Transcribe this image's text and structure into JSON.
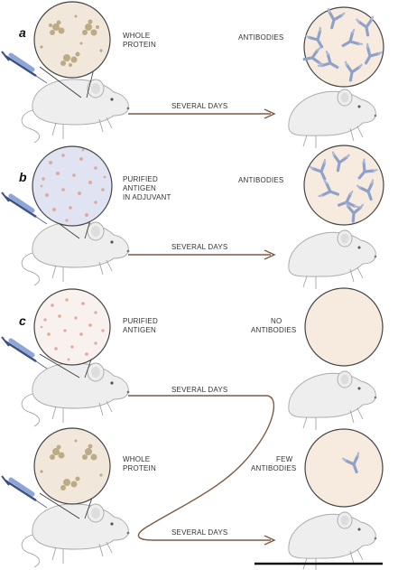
{
  "panels": {
    "a": {
      "letter": "a",
      "left_label": [
        "WHOLE",
        "PROTEIN"
      ],
      "right_label": [
        "ANTIBODIES"
      ],
      "arrow_label": "SEVERAL DAYS",
      "antibody_count": 8
    },
    "b": {
      "letter": "b",
      "left_label": [
        "PURIFIED",
        "ANTIGEN",
        "IN ADJUVANT"
      ],
      "right_label": [
        "ANTIBODIES"
      ],
      "arrow_label": "SEVERAL DAYS",
      "antibody_count": 7
    },
    "c1": {
      "letter": "c",
      "left_label": [
        "PURIFIED",
        "ANTIGEN"
      ],
      "right_label": [
        "NO",
        "ANTIBODIES"
      ],
      "arrow_label": "SEVERAL DAYS",
      "antibody_count": 0
    },
    "c2": {
      "left_label": [
        "WHOLE",
        "PROTEIN"
      ],
      "right_label": [
        "FEW",
        "ANTIBODIES"
      ],
      "arrow_label": "SEVERAL DAYS",
      "antibody_count": 1
    }
  },
  "colors": {
    "whole_protein_circle": "#f1e8db",
    "adjuvant_circle": "#dfe3f2",
    "purified_circle": "#f8f1ee",
    "result_circle": "#f7ebe0",
    "antibody": "#8fa1c8",
    "antigen_dot": "#e2a898",
    "protein_cluster": "#bdab86",
    "arrow": "#7d5a43",
    "syringe": "#3b4f86"
  }
}
